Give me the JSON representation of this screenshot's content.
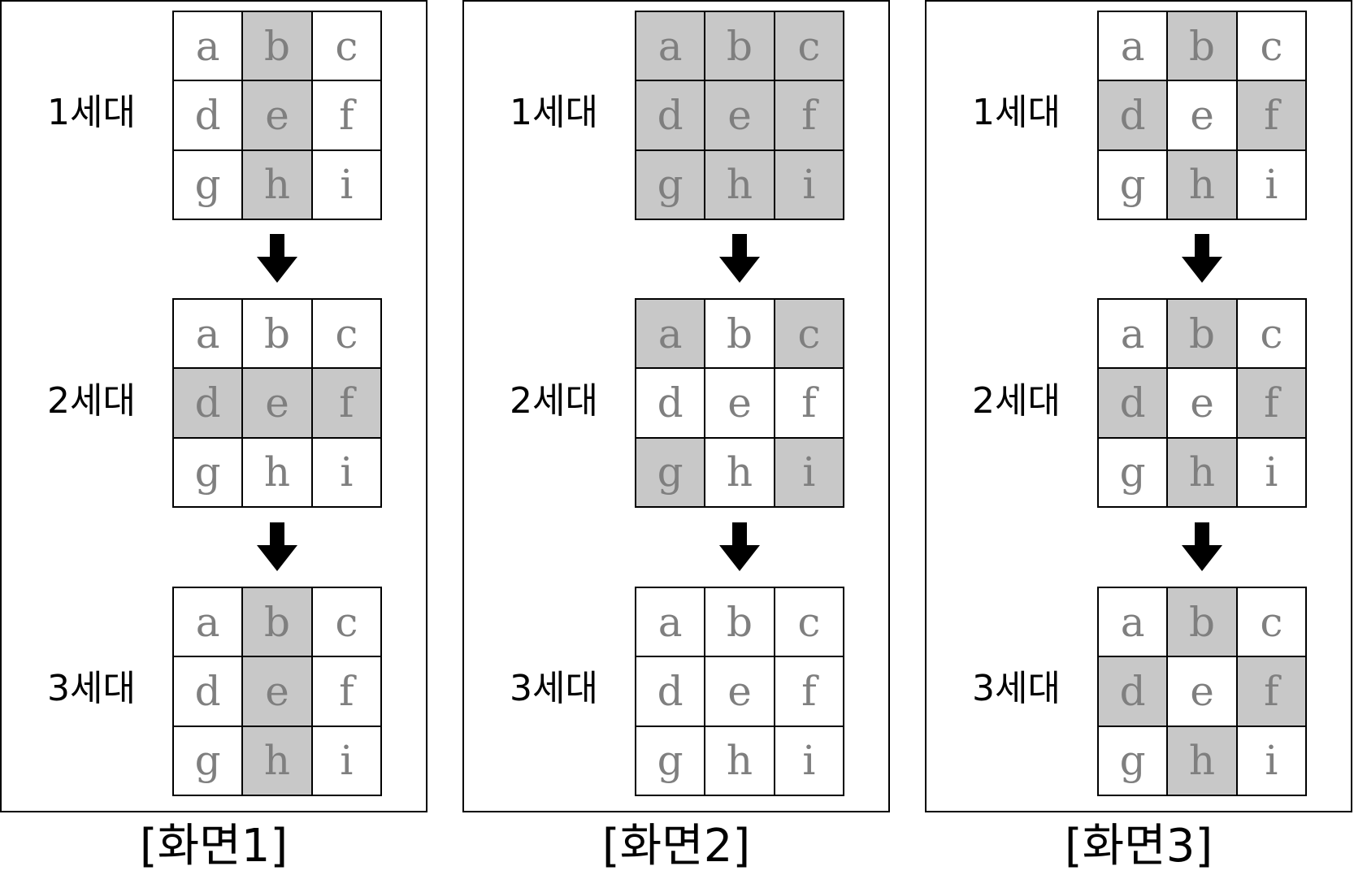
{
  "colors": {
    "alive": "#c8c8c8",
    "dead": "#ffffff",
    "letter": "#7f7f7f",
    "border": "#000000"
  },
  "cell_letters": [
    "a",
    "b",
    "c",
    "d",
    "e",
    "f",
    "g",
    "h",
    "i"
  ],
  "generation_labels": [
    "1세대",
    "2세대",
    "3세대"
  ],
  "arrow_icon": "down-arrow-icon",
  "screens": [
    {
      "caption": "[화면1]",
      "generations": [
        {
          "label": "1세대",
          "shaded": [
            "b",
            "e",
            "h"
          ]
        },
        {
          "label": "2세대",
          "shaded": [
            "d",
            "e",
            "f"
          ]
        },
        {
          "label": "3세대",
          "shaded": [
            "b",
            "e",
            "h"
          ]
        }
      ]
    },
    {
      "caption": "[화면2]",
      "generations": [
        {
          "label": "1세대",
          "shaded": [
            "a",
            "b",
            "c",
            "d",
            "e",
            "f",
            "g",
            "h",
            "i"
          ]
        },
        {
          "label": "2세대",
          "shaded": [
            "a",
            "c",
            "g",
            "i"
          ]
        },
        {
          "label": "3세대",
          "shaded": []
        }
      ]
    },
    {
      "caption": "[화면3]",
      "generations": [
        {
          "label": "1세대",
          "shaded": [
            "b",
            "d",
            "f",
            "h"
          ]
        },
        {
          "label": "2세대",
          "shaded": [
            "b",
            "d",
            "f",
            "h"
          ]
        },
        {
          "label": "3세대",
          "shaded": [
            "b",
            "d",
            "f",
            "h"
          ]
        }
      ]
    }
  ]
}
